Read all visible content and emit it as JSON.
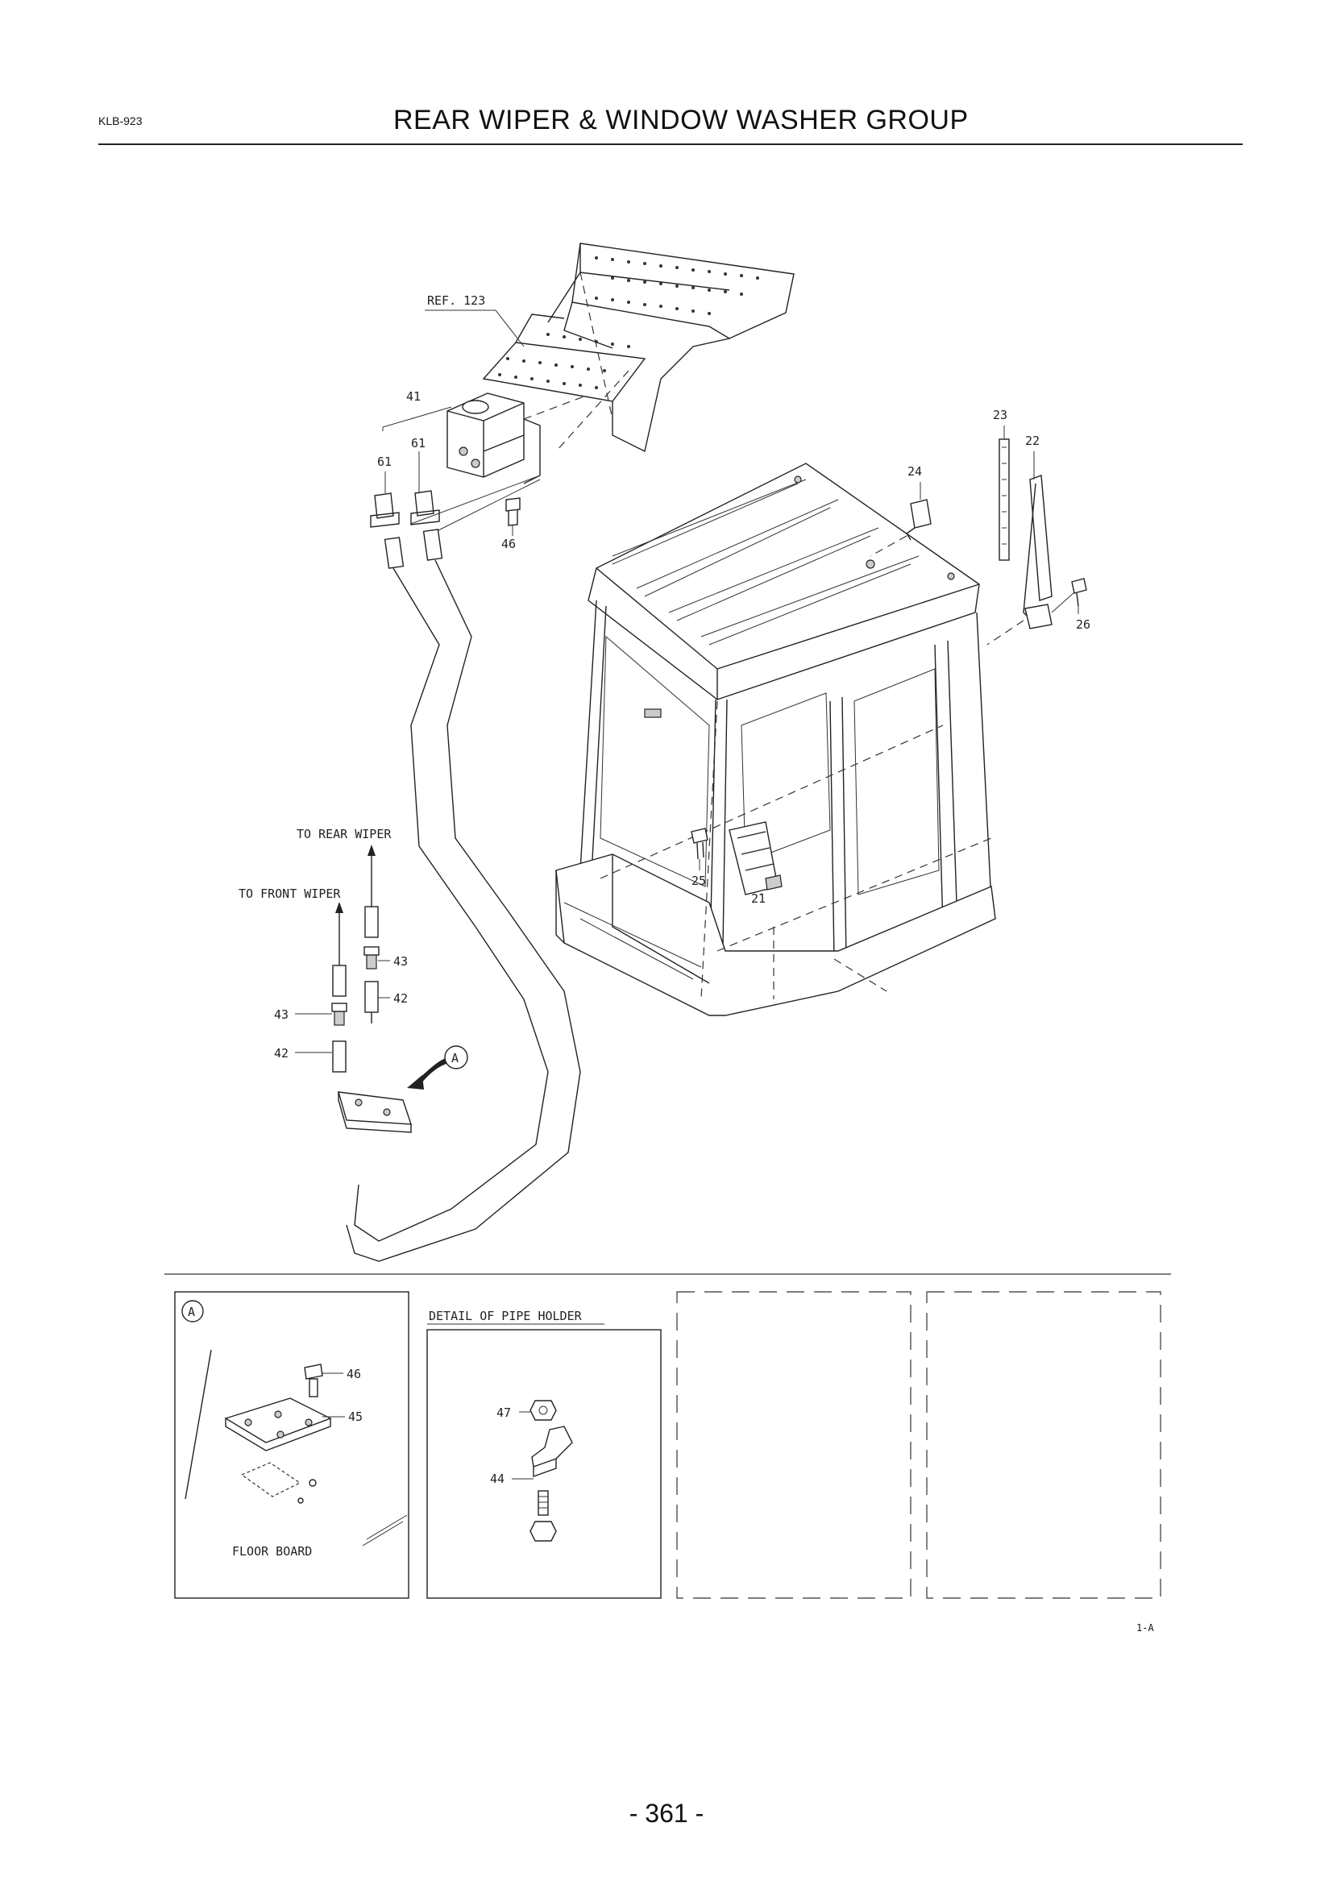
{
  "header": {
    "code": "KLB-923",
    "title": "REAR WIPER & WINDOW WASHER GROUP"
  },
  "main_view": {
    "ref_label": "REF. 123",
    "to_rear_wiper": "TO REAR WIPER",
    "to_front_wiper": "TO FRONT WIPER",
    "callout_a": "A",
    "parts": {
      "p41": "41",
      "p61a": "61",
      "p61b": "61",
      "p46": "46",
      "p24": "24",
      "p23": "23",
      "p22": "22",
      "p26": "26",
      "p25": "25",
      "p21": "21",
      "p43a": "43",
      "p42a": "42",
      "p43b": "43",
      "p42b": "42"
    }
  },
  "details": {
    "detail_a": {
      "marker": "A",
      "part_46": "46",
      "part_45": "45",
      "floor_board": "FLOOR BOARD"
    },
    "pipe_holder": {
      "title": "DETAIL OF PIPE HOLDER",
      "part_47": "47",
      "part_44": "44"
    }
  },
  "footer": {
    "sheet_ref": "1-A",
    "page_number": "- 361 -"
  }
}
